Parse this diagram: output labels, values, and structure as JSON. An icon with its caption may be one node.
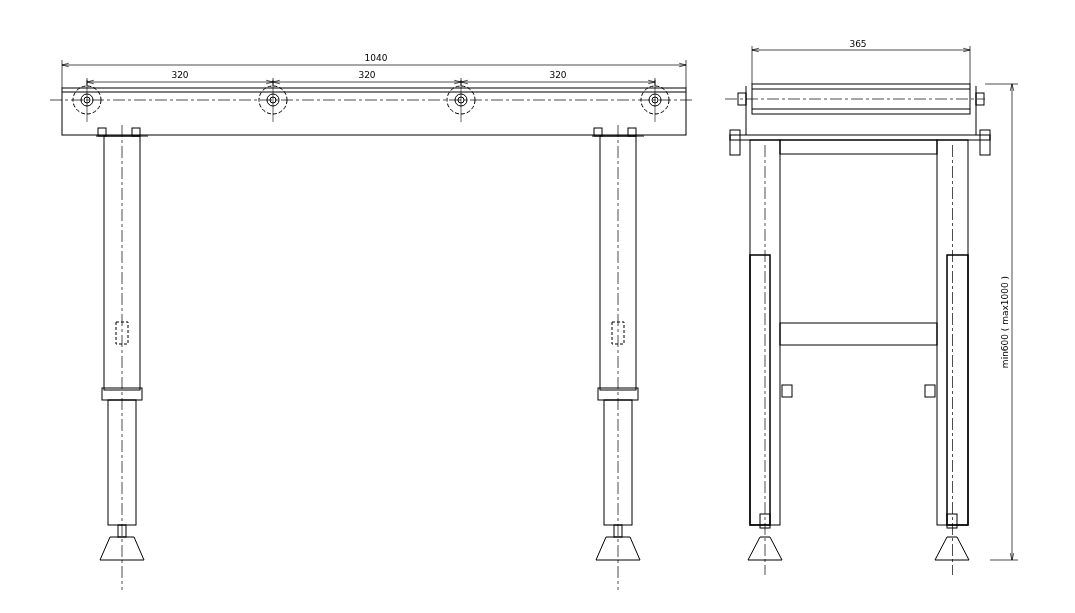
{
  "diagram": {
    "labels": [
      "1040",
      "320",
      "320",
      "320",
      "365",
      "min600 ( max1000 )"
    ]
  }
}
